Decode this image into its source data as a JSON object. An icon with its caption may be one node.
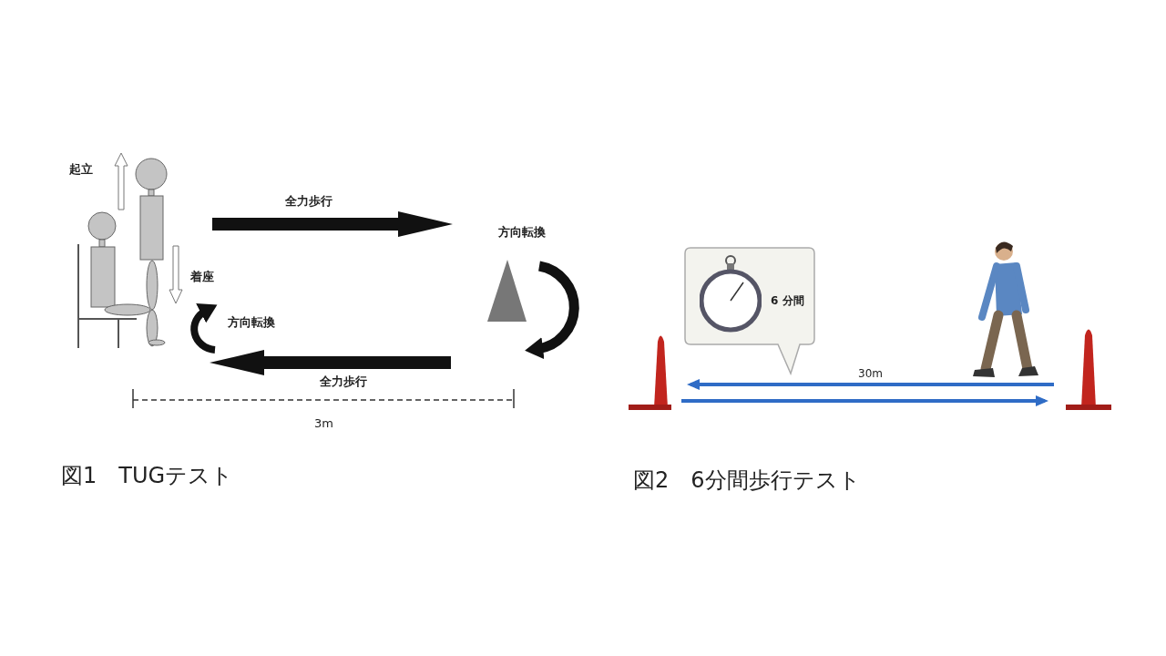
{
  "diagram": {
    "nodes": [
      {
        "text": [
          "6 分間"
        ]
      }
    ],
    "labels": [
      "起立",
      "全力歩行",
      "方向転換",
      "着座",
      "方向転換",
      "全力歩行",
      "3m",
      "30m",
      "図1　TUGテスト",
      "図2　6分間歩行テスト"
    ]
  }
}
